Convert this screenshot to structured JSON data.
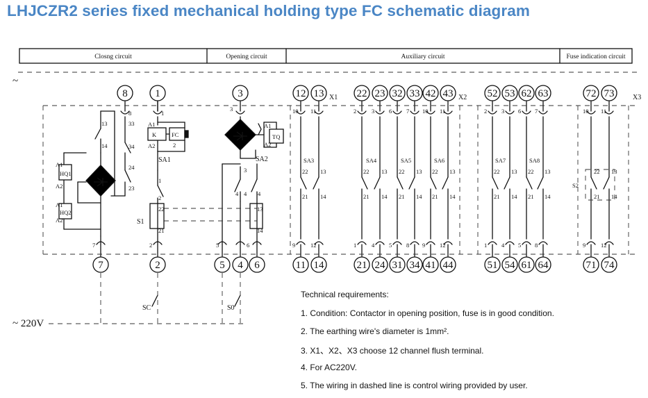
{
  "title": "LHJCZR2 series fixed mechanical holding type FC schematic diagram",
  "headers": [
    "Closng circuit",
    "Opening circuit",
    "Auxiliary circuit",
    "Fuse indication circuit"
  ],
  "supply": {
    "top": "~",
    "bottom": "~ 220V"
  },
  "terminal_strips": [
    "X1",
    "X2",
    "X3"
  ],
  "top_nodes": [
    "8",
    "1",
    "3",
    "12",
    "13",
    "22",
    "23",
    "32",
    "33",
    "42",
    "43",
    "52",
    "53",
    "62",
    "63",
    "72",
    "73"
  ],
  "bottom_nodes": [
    "7",
    "2",
    "5",
    "4",
    "6",
    "11",
    "14",
    "21",
    "24",
    "31",
    "34",
    "41",
    "44",
    "51",
    "54",
    "61",
    "64",
    "71",
    "74"
  ],
  "devices": {
    "closing": [
      "HQ1",
      "HQ2",
      "K",
      "FC",
      "SA1",
      "S1",
      "A1",
      "A2"
    ],
    "opening": [
      "TQ",
      "SA2",
      "A1",
      "A2"
    ],
    "auxiliary": [
      "SA3",
      "SA4",
      "SA5",
      "SA6",
      "SA7",
      "SA8"
    ],
    "fuse": [
      "S2"
    ],
    "user": [
      "SC",
      "S0"
    ]
  },
  "requirements": {
    "heading": "Technical requirements:",
    "items": [
      "1.  Condition: Contactor in opening position, fuse is in good condition.",
      "2.  The earthing wire's diameter is 1mm².",
      "3. X1、X2、X3 choose 12 channel flush terminal.",
      "4. For AC220V.",
      "5. The wiring in dashed line is control wiring provided by user."
    ]
  }
}
